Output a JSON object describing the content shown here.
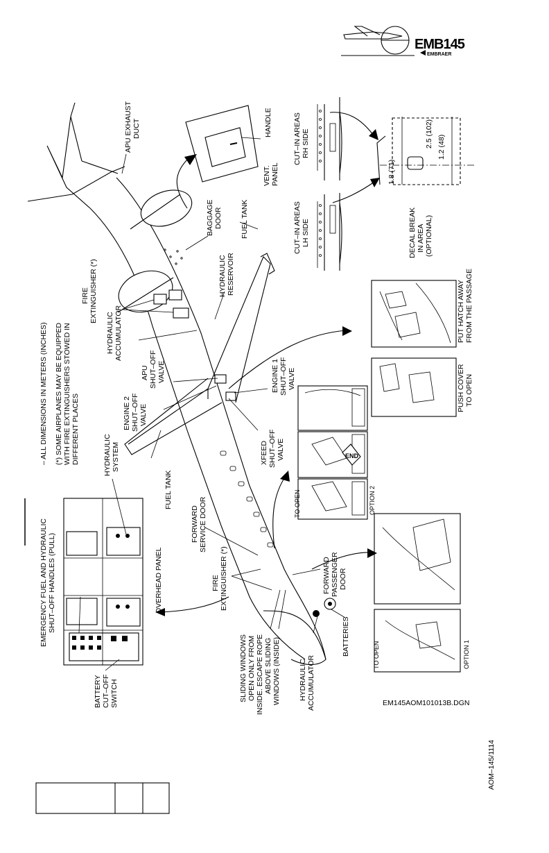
{
  "logo": {
    "model": "EMB145",
    "maker": "EMBRAER"
  },
  "notes": [
    "– ALL DIMENSIONS IN METERS (INCHES)",
    "(*) SOME AIRPLANES MAY BE EQUIPPED",
    "WITH FIRE EXTINGUISHERS STOWED IN",
    "DIFFERENT PLACES"
  ],
  "labels": {
    "apu_exhaust_duct": [
      "APU EXHAUST",
      "DUCT"
    ],
    "handle": "HANDLE",
    "vent_panel": [
      "VENT.",
      "PANEL"
    ],
    "cut_in_rh": [
      "CUT–IN AREAS",
      "RH SIDE"
    ],
    "cut_in_lh": [
      "CUT–IN AREAS",
      "LH SIDE"
    ],
    "dim_25": "2.5 (102)",
    "dim_12": "1.2 (48)",
    "dim_18": "1.8 (71)",
    "decal_break": [
      "DECAL BREAK",
      "IN AREA",
      "(OPTIONAL)"
    ],
    "baggage_door": [
      "BAGGAGE",
      "DOOR"
    ],
    "fuel_tank_right": "FUEL TANK",
    "hydraulic_reservoir": [
      "HYDRAULIC",
      "RESERVOIR"
    ],
    "fire_ext_aft": [
      "FIRE",
      "EXTINGUISHER (*)"
    ],
    "hydraulic_accumulator_aft": [
      "HYDRAULIC",
      "ACCUMULATOR"
    ],
    "apu_shutoff": [
      "APU",
      "SHUT–OFF",
      "VALVE"
    ],
    "engine1_shutoff": [
      "ENGINE 1",
      "SHUT–OFF",
      "VALVE"
    ],
    "engine2_shutoff": [
      "ENGINE 2",
      "SHUT–OFF",
      "VALVE"
    ],
    "xfeed_shutoff": [
      "XFEED",
      "SHUT–OFF",
      "VALVE"
    ],
    "hydraulic_system": [
      "HYDRAULIC",
      "SYSTEM"
    ],
    "fuel_tank_left": "FUEL TANK",
    "forward_service_door": [
      "FORWARD",
      "SERVICE DOOR"
    ],
    "fire_ext_fwd": [
      "FIRE",
      "EXTINGUISHER (*)"
    ],
    "forward_passenger_door": [
      "FORWARD",
      "PASSENGER",
      "DOOR"
    ],
    "batteries": "BATTERIES",
    "hydraulic_accumulator_fwd": [
      "HYDRAULIC",
      "ACCUMULATOR"
    ],
    "sliding_windows": [
      "SLIDING WINDOWS",
      "OPEN ONLY FROM",
      "INSIDE. ESCAPE ROPE",
      "ABOVE SLIDING",
      "WINDOWS (INSIDE)"
    ],
    "overhead_panel": "OVERHEAD PANEL",
    "emergency_handles": [
      "EMERGENCY FUEL AND HYDRAULIC",
      "SHUT–OFF HANDLES (PULL)"
    ],
    "battery_cutoff": [
      "BATTERY",
      "CUT–OFF",
      "SWITCH"
    ],
    "push_cover": [
      "PUSH COVER",
      "TO OPEN"
    ],
    "put_hatch": [
      "PUT HATCH AWAY",
      "FROM THE PASSAGE"
    ],
    "to_open_1": "TO OPEN",
    "to_open_2": "TO OPEN",
    "option_1": "OPTION 1",
    "option_2": "OPTION 2",
    "end_sign": "END",
    "drawing_id": "EM145AOM101013B.DGN"
  },
  "footer": {
    "doc_code": "AOM–145/1114"
  }
}
